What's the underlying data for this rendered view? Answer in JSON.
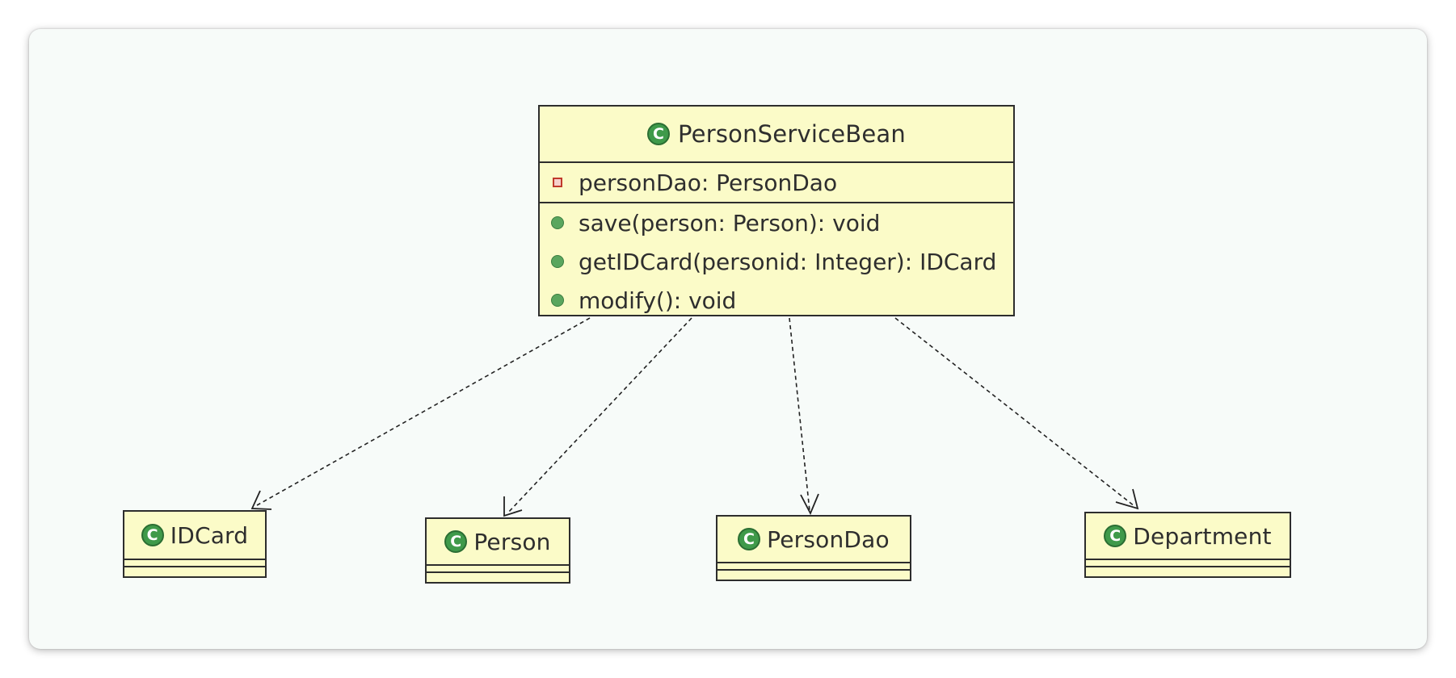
{
  "main_class": {
    "name": "PersonServiceBean",
    "attributes": [
      "personDao: PersonDao"
    ],
    "operations": [
      "save(person: Person): void",
      "getIDCard(personid: Integer): IDCard",
      "modify(): void"
    ]
  },
  "dependencies": [
    {
      "name": "IDCard"
    },
    {
      "name": "Person"
    },
    {
      "name": "PersonDao"
    },
    {
      "name": "Department"
    }
  ],
  "colors": {
    "class_fill": "#fbfbc8",
    "border": "#2d2d2d",
    "class_icon": "#3f9a4a",
    "background": "#f7fbf9"
  },
  "icons": {
    "class": "class-c-icon",
    "private_field": "private-field-icon",
    "public_method": "public-method-icon"
  },
  "class_icon_letter": "C"
}
